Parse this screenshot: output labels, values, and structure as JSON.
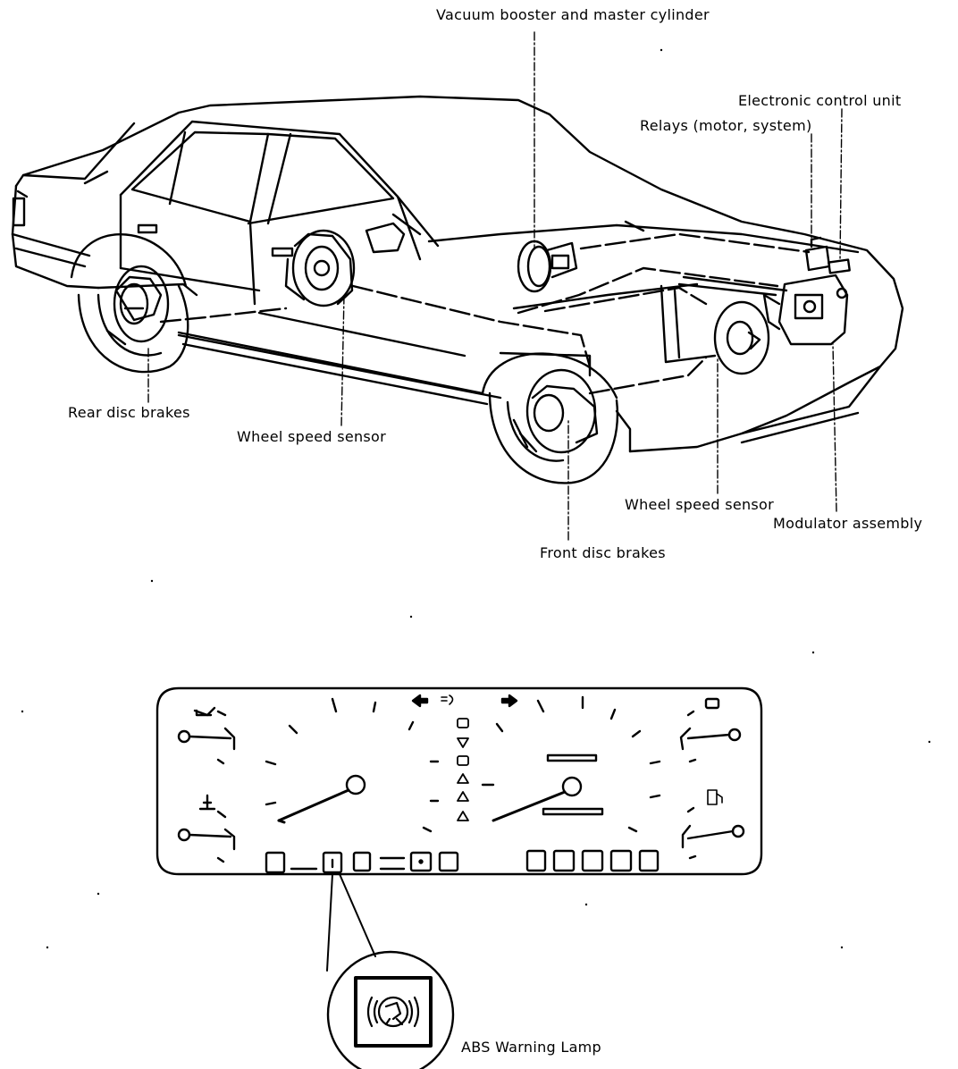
{
  "labels": {
    "vacuum_booster": "Vacuum booster and master cylinder",
    "electronic_control_unit": "Electronic control unit",
    "relays": "Relays (motor, system)",
    "rear_disc_brakes": "Rear disc brakes",
    "wheel_speed_sensor_rear": "Wheel speed sensor",
    "wheel_speed_sensor_front": "Wheel speed sensor",
    "modulator_assembly": "Modulator assembly",
    "front_disc_brakes": "Front disc brakes",
    "abs_warning_lamp": "ABS Warning Lamp"
  },
  "colors": {
    "ink": "#000000",
    "paper": "#ffffff"
  },
  "icons": {
    "left_turn": "arrow-left-icon",
    "right_turn": "arrow-right-icon",
    "high_beam": "high-beam-icon",
    "fuel": "fuel-pump-icon",
    "coolant": "thermometer-icon",
    "oil": "oil-can-icon",
    "abs": "abs-warning-icon"
  }
}
